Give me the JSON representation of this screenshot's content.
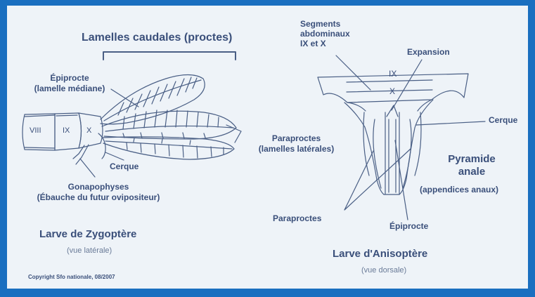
{
  "colors": {
    "frame": "#1a6fc0",
    "background": "#eef3f8",
    "ink": "#3a4f7a",
    "stroke": "#4a5f85"
  },
  "zygoptera": {
    "title": "Lamelles caudales (proctes)",
    "epiprocte": [
      "Épiprocte",
      "(lamelle médiane)"
    ],
    "segments": [
      "VIII",
      "IX",
      "X"
    ],
    "paraproctes": [
      "Paraproctes",
      "(lamelles latérales)"
    ],
    "cerque": "Cerque",
    "gonapophyses": [
      "Gonapophyses",
      "(Ébauche du futur ovipositeur)"
    ],
    "name": "Larve de Zygoptère",
    "view": "(vue latérale)"
  },
  "anisoptera": {
    "segments_label": [
      "Segments",
      "abdominaux",
      "IX et X"
    ],
    "segments": [
      "IX",
      "X"
    ],
    "expansion": "Expansion",
    "cerque": "Cerque",
    "pyramide": [
      "Pyramide",
      "anale"
    ],
    "appendices": "(appendices anaux)",
    "paraproctes": "Paraproctes",
    "epiprocte": "Épiprocte",
    "name": "Larve d'Anisoptère",
    "view": "(vue dorsale)"
  },
  "copyright": "Copyright Sfo nationale, 08/2007"
}
